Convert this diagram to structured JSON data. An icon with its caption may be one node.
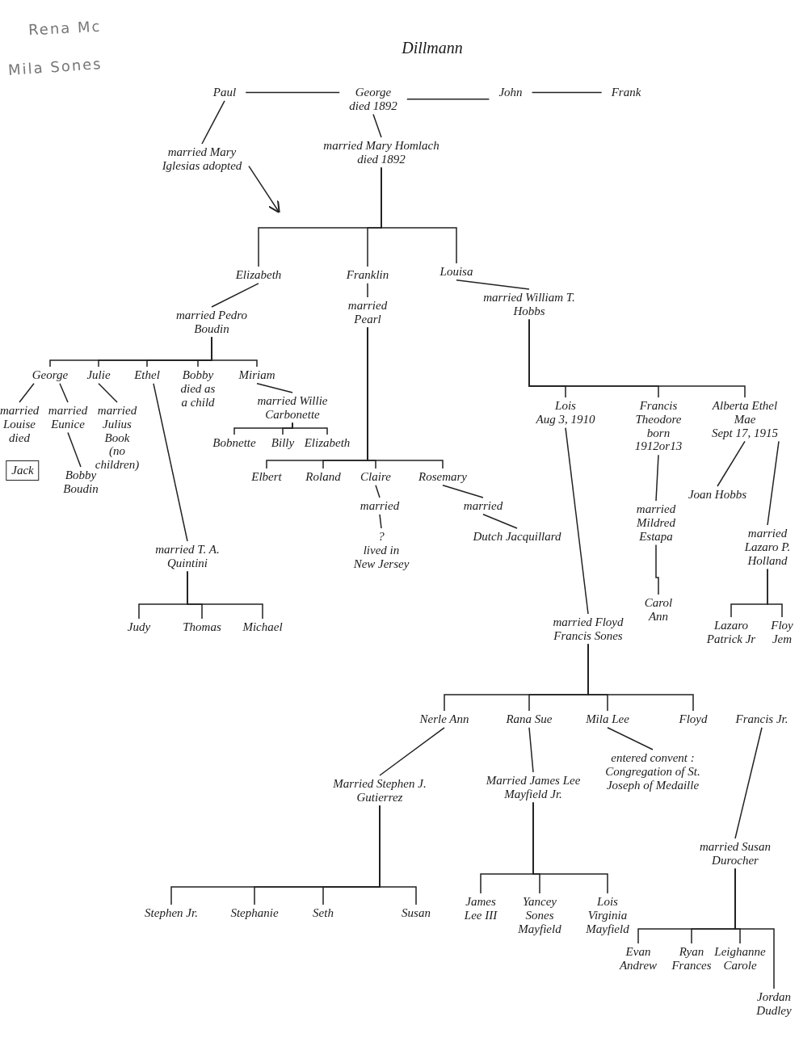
{
  "diagram": {
    "title": "Dillmann",
    "nodes": [
      {
        "text": [
          "Paul"
        ]
      },
      {
        "text": [
          "George",
          "died 1892"
        ]
      },
      {
        "text": [
          "John"
        ]
      },
      {
        "text": [
          "Frank"
        ]
      },
      {
        "text": [
          "married Mary Iglesias adopted"
        ]
      },
      {
        "text": [
          "married Mary Homlach",
          "died 1892"
        ]
      },
      {
        "text": [
          "Elizabeth"
        ]
      },
      {
        "text": [
          "Franklin"
        ]
      },
      {
        "text": [
          "Louisa"
        ]
      },
      {
        "text": [
          "married Pedro Boudin"
        ]
      },
      {
        "text": [
          "married Pearl"
        ]
      },
      {
        "text": [
          "married William T. Hobbs"
        ]
      },
      {
        "text": [
          "George"
        ]
      },
      {
        "text": [
          "Julie"
        ]
      },
      {
        "text": [
          "Ethel"
        ]
      },
      {
        "text": [
          "Bobby",
          "died as a child"
        ]
      },
      {
        "text": [
          "Miriam"
        ]
      },
      {
        "text": [
          "married Louise died"
        ]
      },
      {
        "text": [
          "Jack"
        ]
      },
      {
        "text": [
          "married Eunice"
        ]
      },
      {
        "text": [
          "Bobby Boudin"
        ]
      },
      {
        "text": [
          "married Julius Book",
          "(no children)"
        ]
      },
      {
        "text": [
          "married T. A. Quintini"
        ]
      },
      {
        "text": [
          "Judy"
        ]
      },
      {
        "text": [
          "Thomas"
        ]
      },
      {
        "text": [
          "Michael"
        ]
      },
      {
        "text": [
          "married Willie Carbonette"
        ]
      },
      {
        "text": [
          "Bobnette"
        ]
      },
      {
        "text": [
          "Billy"
        ]
      },
      {
        "text": [
          "Elizabeth"
        ]
      },
      {
        "text": [
          "Elbert"
        ]
      },
      {
        "text": [
          "Roland"
        ]
      },
      {
        "text": [
          "Claire"
        ]
      },
      {
        "text": [
          "Rosemary"
        ]
      },
      {
        "text": [
          "married"
        ]
      },
      {
        "text": [
          "?",
          "lived in New Jersey"
        ]
      },
      {
        "text": [
          "married"
        ]
      },
      {
        "text": [
          "Dutch Jacquillard"
        ]
      },
      {
        "text": [
          "Lois",
          "Aug 3, 1910"
        ]
      },
      {
        "text": [
          "Francis Theodore",
          "born 1912or13"
        ]
      },
      {
        "text": [
          "Alberta Ethel Mae",
          "Sept 17, 1915"
        ]
      },
      {
        "text": [
          "married Floyd Francis Sones"
        ]
      },
      {
        "text": [
          "married Mildred Estapa"
        ]
      },
      {
        "text": [
          "Carol Ann"
        ]
      },
      {
        "text": [
          "Joan Hobbs"
        ]
      },
      {
        "text": [
          "married Lazaro P. Holland"
        ]
      },
      {
        "text": [
          "Lazaro Patrick Jr"
        ]
      },
      {
        "text": [
          "Floy Jem"
        ]
      },
      {
        "text": [
          "Nerle Ann"
        ]
      },
      {
        "text": [
          "Rana Sue"
        ]
      },
      {
        "text": [
          "Mila Lee"
        ]
      },
      {
        "text": [
          "Floyd"
        ]
      },
      {
        "text": [
          "Francis Jr."
        ]
      },
      {
        "text": [
          "Married Stephen J. Gutierrez"
        ]
      },
      {
        "text": [
          "Stephen Jr."
        ]
      },
      {
        "text": [
          "Stephanie"
        ]
      },
      {
        "text": [
          "Seth"
        ]
      },
      {
        "text": [
          "Susan"
        ]
      },
      {
        "text": [
          "Married James Lee Mayfield Jr."
        ]
      },
      {
        "text": [
          "James Lee III"
        ]
      },
      {
        "text": [
          "Yancey Sones Mayfield"
        ]
      },
      {
        "text": [
          "Lois Virginia Mayfield"
        ]
      },
      {
        "text": [
          "entered convent : Congregation of St. Joseph of Medaille"
        ]
      },
      {
        "text": [
          "married Susan Durocher"
        ]
      },
      {
        "text": [
          "Evan Andrew"
        ]
      },
      {
        "text": [
          "Ryan Frances"
        ]
      },
      {
        "text": [
          "Leighanne Carole"
        ]
      },
      {
        "text": [
          "Jordan Dudley"
        ]
      }
    ],
    "edges": [
      {
        "from": 0,
        "to": 1,
        "arrow": "none"
      },
      {
        "from": 1,
        "to": 2,
        "arrow": "none"
      },
      {
        "from": 2,
        "to": 3,
        "arrow": "none"
      },
      {
        "from": 0,
        "to": 4,
        "arrow": "none"
      },
      {
        "from": 1,
        "to": 5,
        "arrow": "none"
      },
      {
        "from": 4,
        "to": null,
        "arrow": "to"
      },
      {
        "from": 5,
        "to": 6,
        "arrow": "none"
      },
      {
        "from": 5,
        "to": 7,
        "arrow": "none"
      },
      {
        "from": 5,
        "to": 8,
        "arrow": "none"
      },
      {
        "from": 6,
        "to": 9,
        "arrow": "none"
      },
      {
        "from": 7,
        "to": 10,
        "arrow": "none"
      },
      {
        "from": 8,
        "to": 11,
        "arrow": "none"
      },
      {
        "from": 9,
        "to": 12,
        "arrow": "none"
      },
      {
        "from": 9,
        "to": 13,
        "arrow": "none"
      },
      {
        "from": 9,
        "to": 14,
        "arrow": "none"
      },
      {
        "from": 9,
        "to": 15,
        "arrow": "none"
      },
      {
        "from": 9,
        "to": 16,
        "arrow": "none"
      },
      {
        "from": 12,
        "to": 17,
        "arrow": "none"
      },
      {
        "from": 12,
        "to": 19,
        "arrow": "none"
      },
      {
        "from": 19,
        "to": 20,
        "arrow": "none"
      },
      {
        "from": 13,
        "to": 21,
        "arrow": "none"
      },
      {
        "from": 14,
        "to": 22,
        "arrow": "none"
      },
      {
        "from": 22,
        "to": 23,
        "arrow": "none"
      },
      {
        "from": 22,
        "to": 24,
        "arrow": "none"
      },
      {
        "from": 22,
        "to": 25,
        "arrow": "none"
      },
      {
        "from": 16,
        "to": 26,
        "arrow": "none"
      },
      {
        "from": 26,
        "to": 27,
        "arrow": "none"
      },
      {
        "from": 26,
        "to": 28,
        "arrow": "none"
      },
      {
        "from": 26,
        "to": 29,
        "arrow": "none"
      },
      {
        "from": 10,
        "to": 30,
        "arrow": "none"
      },
      {
        "from": 10,
        "to": 31,
        "arrow": "none"
      },
      {
        "from": 10,
        "to": 32,
        "arrow": "none"
      },
      {
        "from": 10,
        "to": 33,
        "arrow": "none"
      },
      {
        "from": 32,
        "to": 34,
        "arrow": "none"
      },
      {
        "from": 34,
        "to": 35,
        "arrow": "none"
      },
      {
        "from": 33,
        "to": 36,
        "arrow": "none"
      },
      {
        "from": 36,
        "to": 37,
        "arrow": "none"
      },
      {
        "from": 11,
        "to": 38,
        "arrow": "none"
      },
      {
        "from": 11,
        "to": 39,
        "arrow": "none"
      },
      {
        "from": 11,
        "to": 40,
        "arrow": "none"
      },
      {
        "from": 38,
        "to": 41,
        "arrow": "none"
      },
      {
        "from": 39,
        "to": 42,
        "arrow": "none"
      },
      {
        "from": 42,
        "to": 43,
        "arrow": "none"
      },
      {
        "from": 40,
        "to": 44,
        "arrow": "none"
      },
      {
        "from": 40,
        "to": 45,
        "arrow": "none"
      },
      {
        "from": 45,
        "to": 46,
        "arrow": "none"
      },
      {
        "from": 45,
        "to": 47,
        "arrow": "none"
      },
      {
        "from": 41,
        "to": 48,
        "arrow": "none"
      },
      {
        "from": 41,
        "to": 49,
        "arrow": "none"
      },
      {
        "from": 41,
        "to": 50,
        "arrow": "none"
      },
      {
        "from": 41,
        "to": 51,
        "arrow": "none"
      },
      {
        "from": 48,
        "to": 53,
        "arrow": "none"
      },
      {
        "from": 53,
        "to": 54,
        "arrow": "none"
      },
      {
        "from": 53,
        "to": 55,
        "arrow": "none"
      },
      {
        "from": 53,
        "to": 56,
        "arrow": "none"
      },
      {
        "from": 53,
        "to": 57,
        "arrow": "none"
      },
      {
        "from": 49,
        "to": 58,
        "arrow": "none"
      },
      {
        "from": 58,
        "to": 59,
        "arrow": "none"
      },
      {
        "from": 58,
        "to": 60,
        "arrow": "none"
      },
      {
        "from": 58,
        "to": 61,
        "arrow": "none"
      },
      {
        "from": 50,
        "to": 62,
        "arrow": "none"
      },
      {
        "from": 52,
        "to": 63,
        "arrow": "none"
      },
      {
        "from": 63,
        "to": 64,
        "arrow": "none"
      },
      {
        "from": 63,
        "to": 65,
        "arrow": "none"
      },
      {
        "from": 63,
        "to": 66,
        "arrow": "none"
      },
      {
        "from": 63,
        "to": 67,
        "arrow": "none"
      }
    ],
    "labels": [
      "Rena Mc",
      "Mila Sones"
    ]
  }
}
